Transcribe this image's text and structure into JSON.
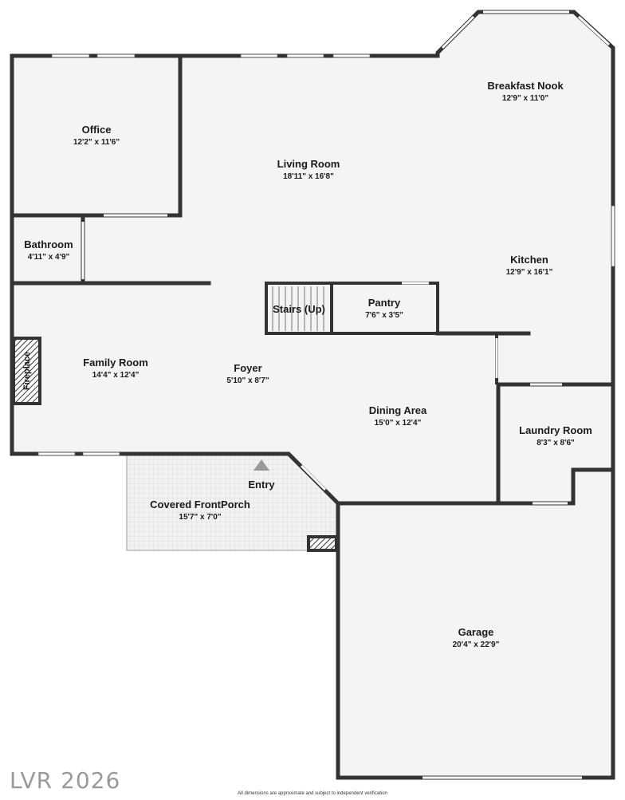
{
  "rooms": {
    "breakfast_nook": {
      "name": "Breakfast Nook",
      "dims": "12'9\" x 11'0\""
    },
    "office": {
      "name": "Office",
      "dims": "12'2\" x 11'6\""
    },
    "living_room": {
      "name": "Living Room",
      "dims": "18'11\" x 16'8\""
    },
    "bathroom": {
      "name": "Bathroom",
      "dims": "4'11\" x 4'9\""
    },
    "kitchen": {
      "name": "Kitchen",
      "dims": "12'9\" x 16'1\""
    },
    "stairs": {
      "name": "Stairs (Up)"
    },
    "pantry": {
      "name": "Pantry",
      "dims": "7'6\" x 3'5\""
    },
    "family_room": {
      "name": "Family Room",
      "dims": "14'4\" x 12'4\""
    },
    "foyer": {
      "name": "Foyer",
      "dims": "5'10\" x 8'7\""
    },
    "dining_area": {
      "name": "Dining Area",
      "dims": "15'0\" x 12'4\""
    },
    "laundry_room": {
      "name": "Laundry Room",
      "dims": "8'3\" x 8'6\""
    },
    "entry": {
      "name": "Entry"
    },
    "covered_porch": {
      "name": "Covered FrontPorch",
      "dims": "15'7\" x 7'0\""
    },
    "garage": {
      "name": "Garage",
      "dims": "20'4\" x 22'9\""
    }
  },
  "fireplace_label": "Fireplace",
  "watermark": "LVR 2026",
  "disclaimer": "All dimensions are approximate and subject to independent verification",
  "colors": {
    "wall": "#333333",
    "floor": "#f4f4f4",
    "window": "#ffffff",
    "porch_tile": "#d8d8d8"
  }
}
